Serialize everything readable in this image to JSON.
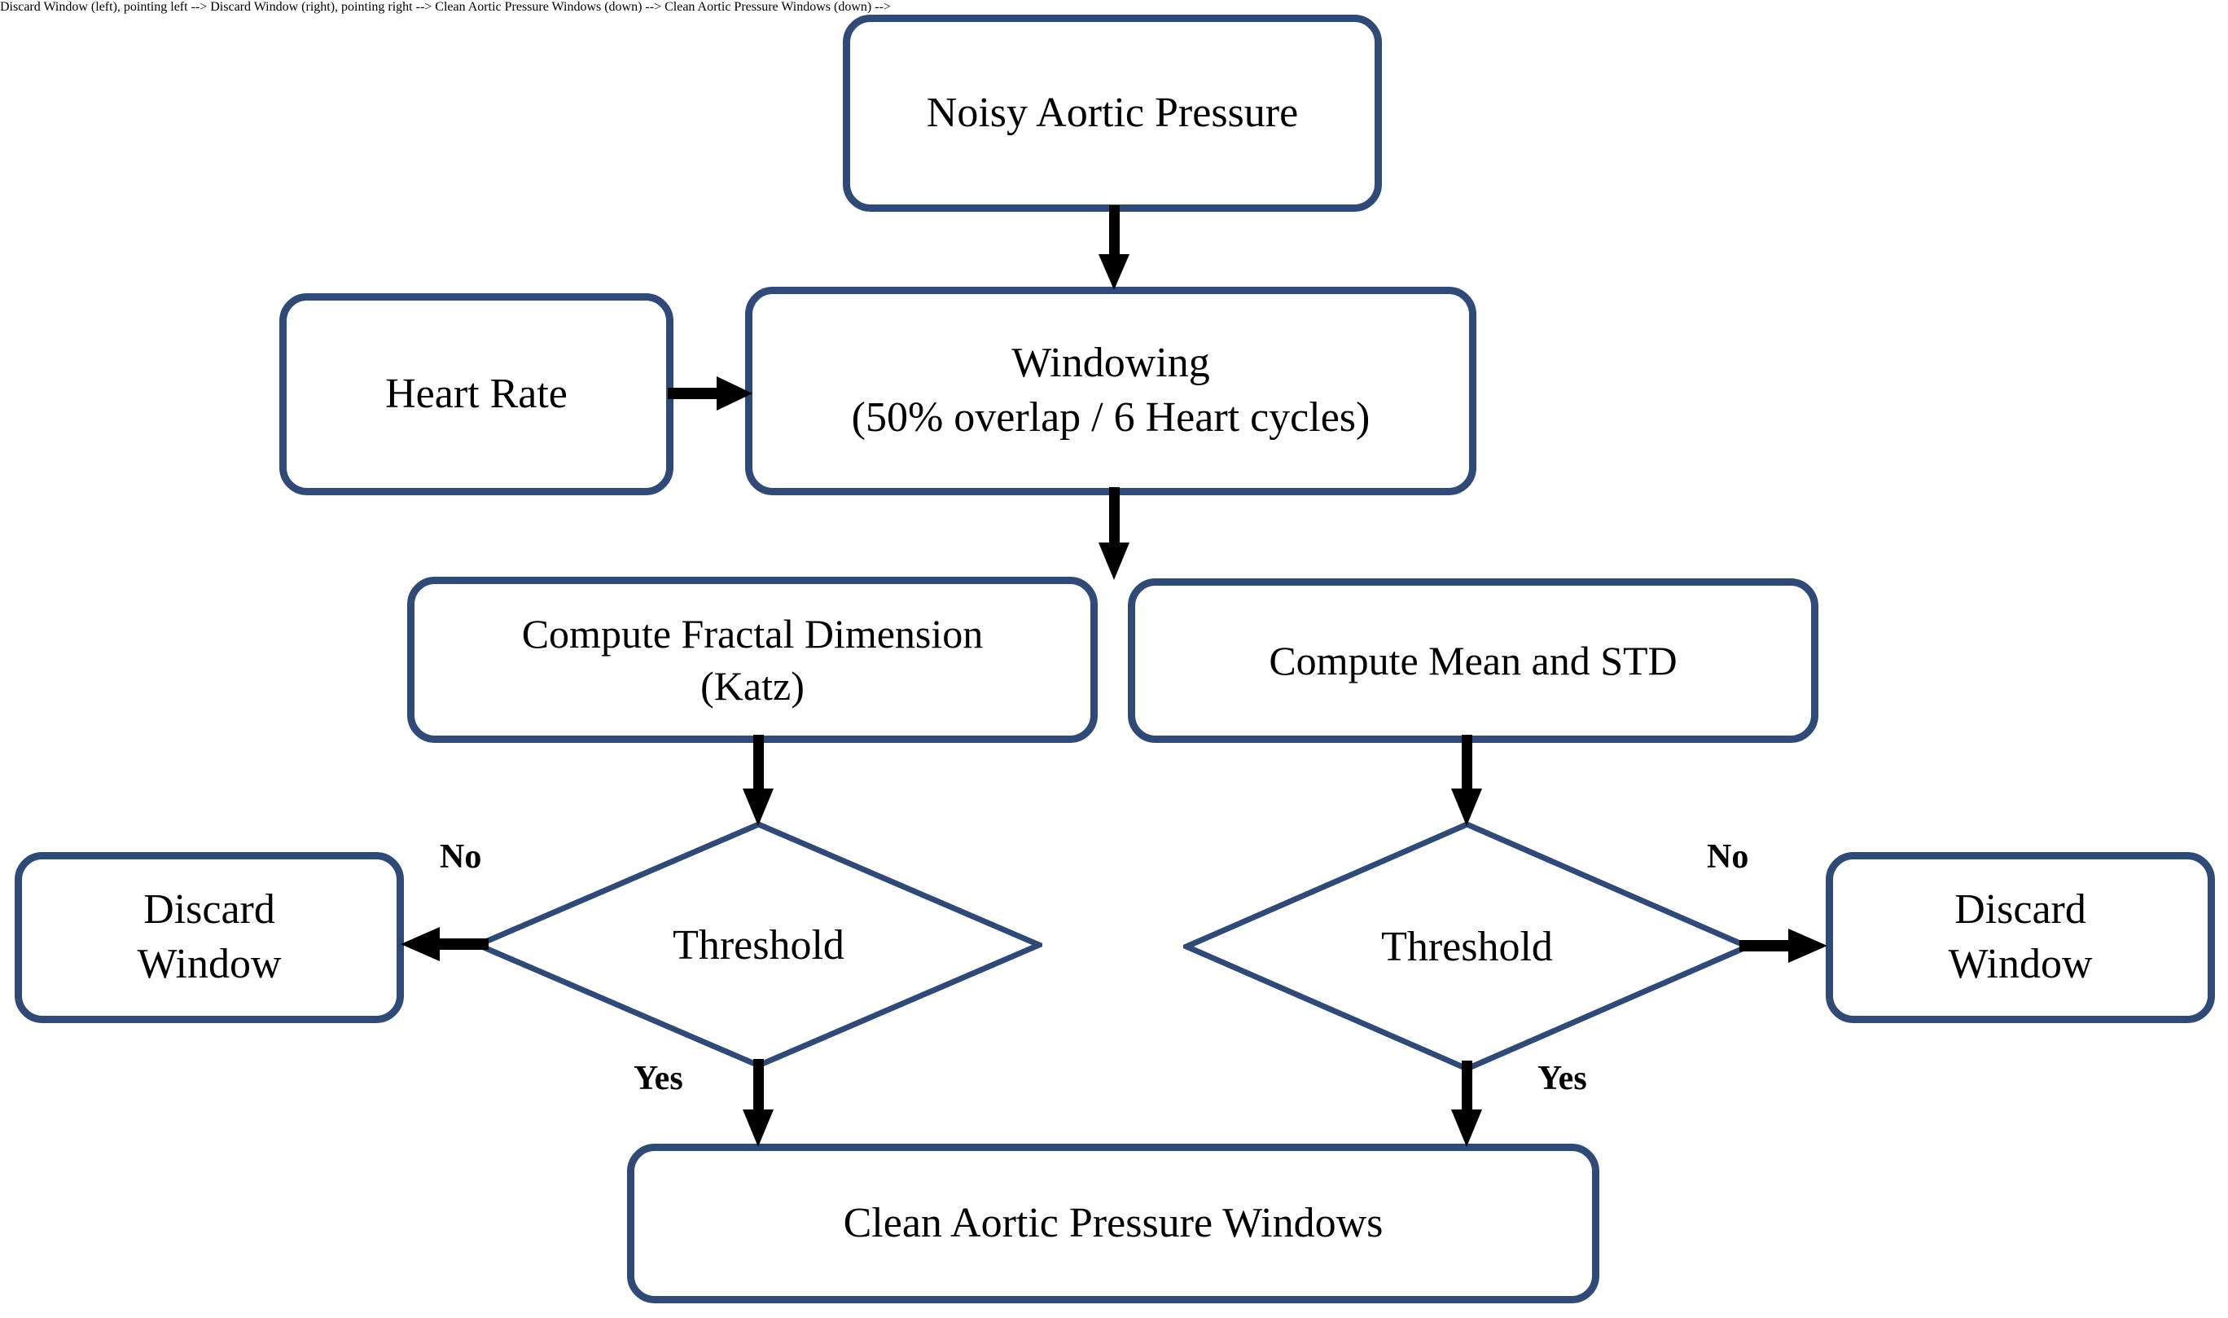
{
  "diagram": {
    "title": "Aortic Pressure Window Quality Selection Flowchart",
    "colors": {
      "node_border": "#2f4a77",
      "node_fill": "#ffffff",
      "diamond_stroke": "#2f4a77",
      "arrow": "#000000",
      "text": "#000000",
      "background": "#ffffff"
    },
    "nodes": {
      "noisy_aortic_pressure": "Noisy Aortic Pressure",
      "heart_rate": "Heart Rate",
      "windowing": "Windowing\n(50% overlap / 6 Heart cycles)",
      "compute_fractal_dimension": "Compute Fractal Dimension\n(Katz)",
      "compute_mean_and_std": "Compute Mean and STD",
      "threshold_left": "Threshold",
      "threshold_right": "Threshold",
      "discard_window_left": "Discard\nWindow",
      "discard_window_right": "Discard\nWindow",
      "clean_aortic_pressure_windows": "Clean Aortic Pressure Windows"
    },
    "edge_labels": {
      "no_left": "No",
      "no_right": "No",
      "yes_left": "Yes",
      "yes_right": "Yes"
    },
    "edges": [
      {
        "from": "noisy_aortic_pressure",
        "to": "windowing",
        "label": ""
      },
      {
        "from": "heart_rate",
        "to": "windowing",
        "label": ""
      },
      {
        "from": "windowing",
        "to": "compute_fractal_dimension",
        "label": ""
      },
      {
        "from": "windowing",
        "to": "compute_mean_and_std",
        "label": ""
      },
      {
        "from": "compute_fractal_dimension",
        "to": "threshold_left",
        "label": ""
      },
      {
        "from": "compute_mean_and_std",
        "to": "threshold_right",
        "label": ""
      },
      {
        "from": "threshold_left",
        "to": "discard_window_left",
        "label": "No"
      },
      {
        "from": "threshold_right",
        "to": "discard_window_right",
        "label": "No"
      },
      {
        "from": "threshold_left",
        "to": "clean_aortic_pressure_windows",
        "label": "Yes"
      },
      {
        "from": "threshold_right",
        "to": "clean_aortic_pressure_windows",
        "label": "Yes"
      }
    ]
  }
}
